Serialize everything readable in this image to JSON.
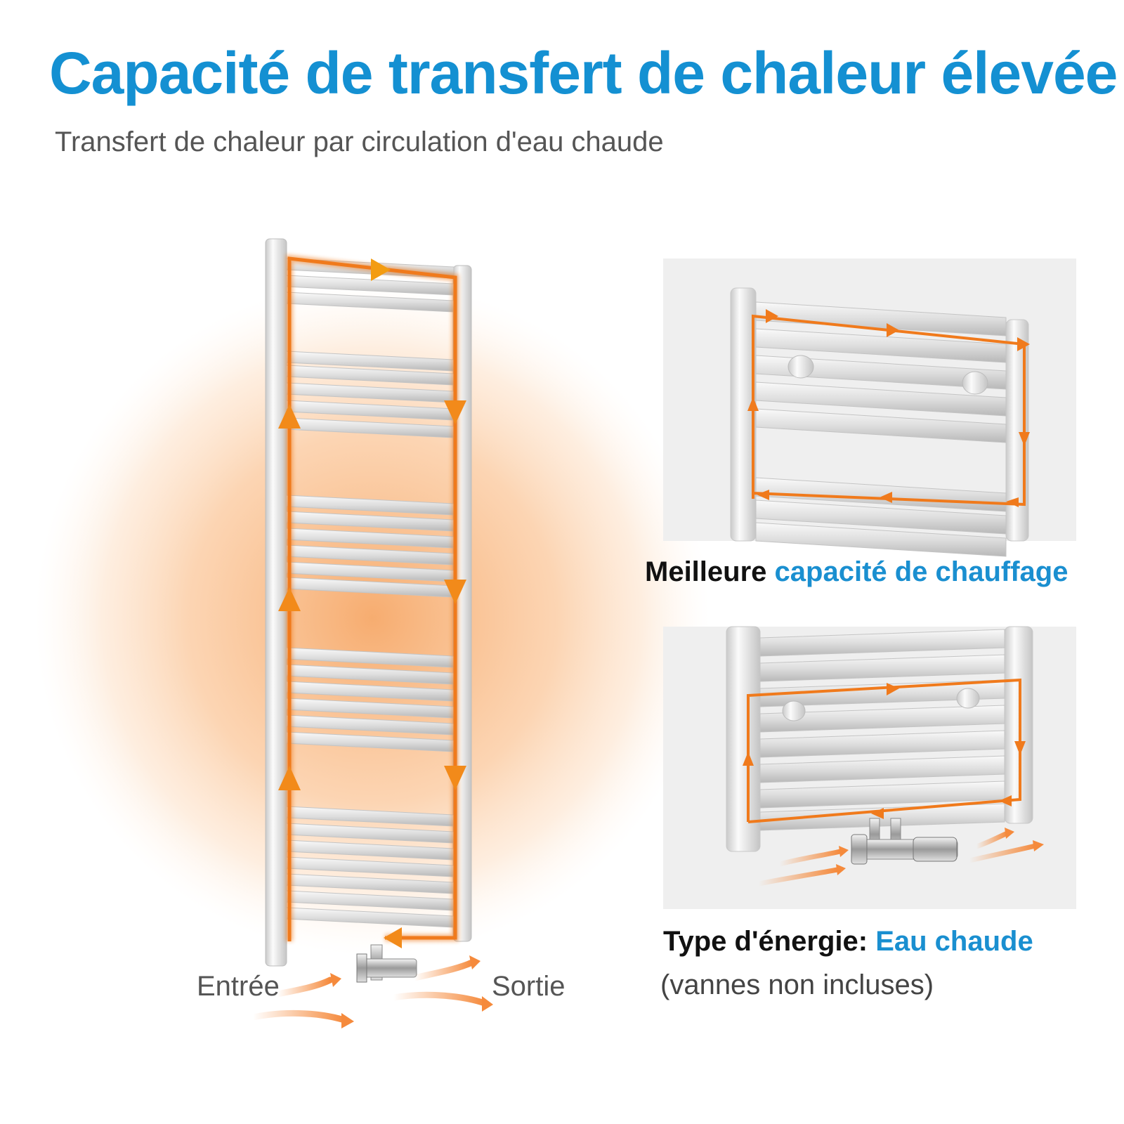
{
  "header": {
    "title": "Capacité de transfert de chaleur élevée",
    "subtitle": "Transfert de chaleur par circulation d'eau chaude"
  },
  "main_diagram": {
    "inlet_label": "Entrée",
    "outlet_label": "Sortie"
  },
  "detail_top": {
    "caption_plain": "Meilleure",
    "caption_accent": "capacité de chauffage"
  },
  "detail_bottom": {
    "caption_plain": "Type d'énergie:",
    "caption_accent": "Eau chaude",
    "note": "(vannes non incluses)"
  },
  "colors": {
    "title_blue": "#1490d2",
    "accent_blue": "#1a8fd0",
    "flow_orange": "#f07a1c",
    "glow_orange": "#f8a060"
  },
  "icons": [
    "flow-arrow-icon",
    "valve-icon",
    "heat-glow"
  ]
}
